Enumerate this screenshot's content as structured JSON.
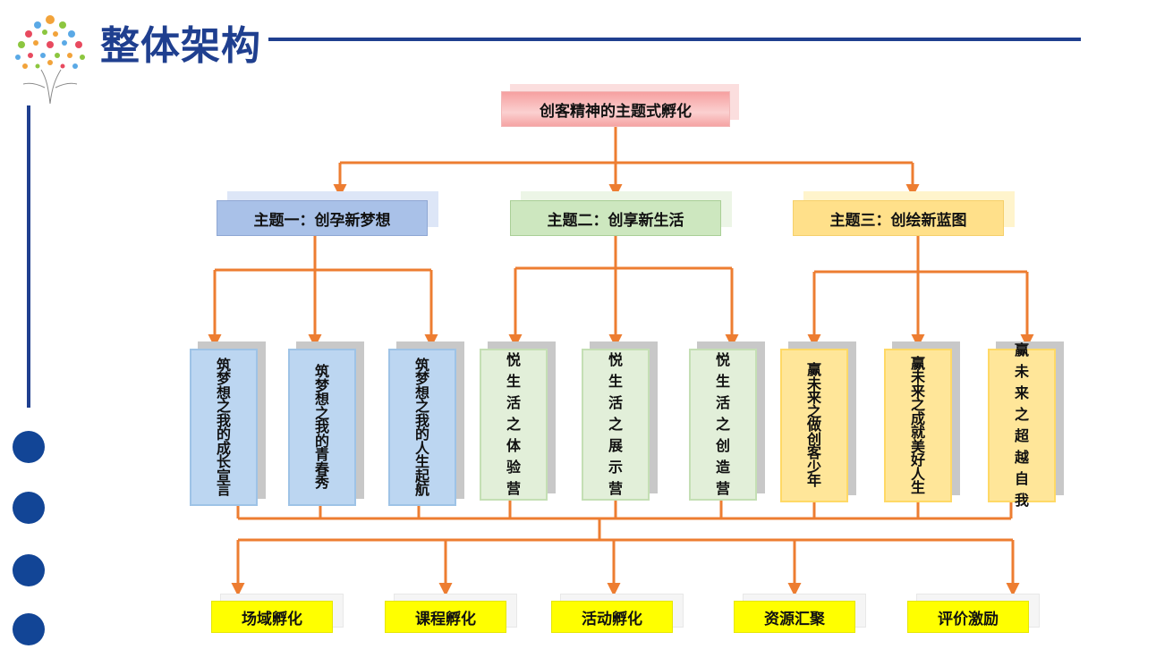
{
  "page": {
    "title": "整体架构"
  },
  "colors": {
    "connector": "#ed7d31",
    "accent": "#1f3f8f",
    "dot": "#124596"
  },
  "diagram": {
    "root": "创客精神的主题式孵化",
    "themes": [
      {
        "label": "主题一：创孕新梦想",
        "subs": [
          "筑梦想之我的成长宣言",
          "筑梦想之我的青春秀",
          "筑梦想之我的人生起航"
        ]
      },
      {
        "label": "主题二：创享新生活",
        "subs": [
          "悦生活之体验营",
          "悦生活之展示营",
          "悦生活之创造营"
        ]
      },
      {
        "label": "主题三：创绘新蓝图",
        "subs": [
          "赢未来之做创客少年",
          "赢未来之成就美好人生",
          "赢未来之超越自我"
        ]
      }
    ],
    "bottom": [
      "场域孵化",
      "课程孵化",
      "活动孵化",
      "资源汇聚",
      "评价激励"
    ]
  }
}
